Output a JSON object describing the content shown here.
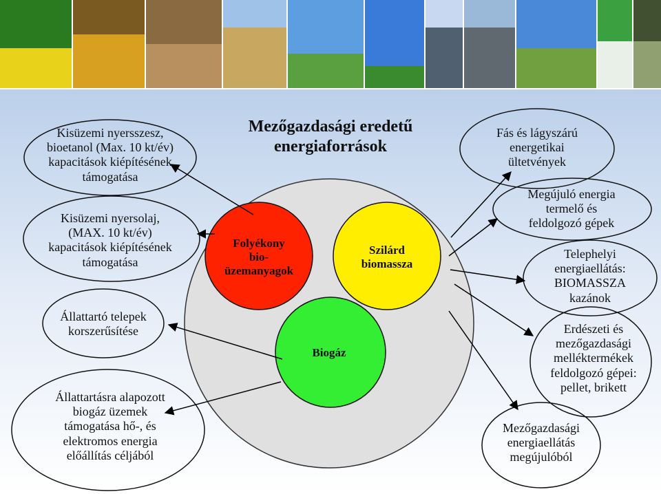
{
  "colors": {
    "red_circle": "#ff2200",
    "yellow_circle": "#ffee00",
    "green_circle": "#33ee33",
    "big_circle": "#e0e0e0"
  },
  "photos": [
    {
      "name": "rapeseed-photo",
      "sky": "#2a7a20",
      "ground": "#e8d21a"
    },
    {
      "name": "corn-photo",
      "sky": "#7a5a20",
      "ground": "#d8a020"
    },
    {
      "name": "woodchips-photo",
      "sky": "#8a6a40",
      "ground": "#b89060"
    },
    {
      "name": "hay-bales-photo",
      "sky": "#9fc3e8",
      "ground": "#c8a860"
    },
    {
      "name": "solar-house-photo",
      "sky": "#5c9ee0",
      "ground": "#5aa040"
    },
    {
      "name": "wind-turbine-photo",
      "sky": "#3a7ad8",
      "ground": "#3a8a30"
    },
    {
      "name": "biogas-tanks-photo",
      "sky": "#c8d8f0",
      "ground": "#506070"
    },
    {
      "name": "digester-photo",
      "sky": "#9ab8d8",
      "ground": "#606870"
    },
    {
      "name": "plant-photo",
      "sky": "#4a88d8",
      "ground": "#70a040"
    },
    {
      "name": "greenhouse-photo",
      "sky": "#3aa040",
      "ground": "#e8f0e8"
    },
    {
      "name": "fuel-pump-photo",
      "sky": "#405030",
      "ground": "#90a070"
    }
  ],
  "center": {
    "title": "Mezőgazdasági eredetű\nenergiaforrások",
    "red": "Folyékony\nbio-\nüzemanyagok",
    "yellow": "Szilárd\nbiomassza",
    "green": "Biogáz"
  },
  "left": [
    "Kisüzemi nyersszesz,\nbioetanol (Max. 10 kt/év)\nkapacitások kiépítésének\ntámogatása",
    "Kisüzemi nyersolaj,\n(MAX. 10 kt/év)\nkapacitások kiépítésének\ntámogatása",
    "Állattartó telepek\nkorszerűsítése",
    "Állattartásra alapozott\nbiogáz üzemek\ntámogatása hő-, és\nelektromos energia\nelőállítás céljából"
  ],
  "right": [
    "Fás és lágyszárú\nenergetikai\nültetvények",
    "Megújuló energia\ntermelő és\nfeldolgozó gépek",
    "Telephelyi\nenergiaellátás:\nBIOMASSZA\nkazánok",
    "Erdészeti és\nmezőgazdasági\nmelléktermékek\nfeldolgozó gépei:\npellet, brikett",
    "Mezőgazdasági\nenergiaellátás\nmegújulóból"
  ]
}
